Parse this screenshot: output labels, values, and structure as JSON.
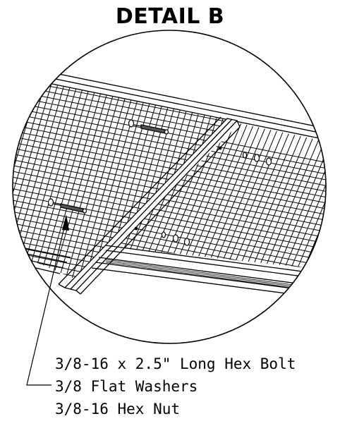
{
  "detail": {
    "title": "DETAIL B"
  },
  "callouts": [
    "3/8-16 x 2.5\" Long Hex Bolt",
    "3/8 Flat Washers",
    "3/8-16 Hex Nut"
  ],
  "colors": {
    "line": "#000000",
    "hardware": "#555555",
    "background": "#ffffff"
  }
}
